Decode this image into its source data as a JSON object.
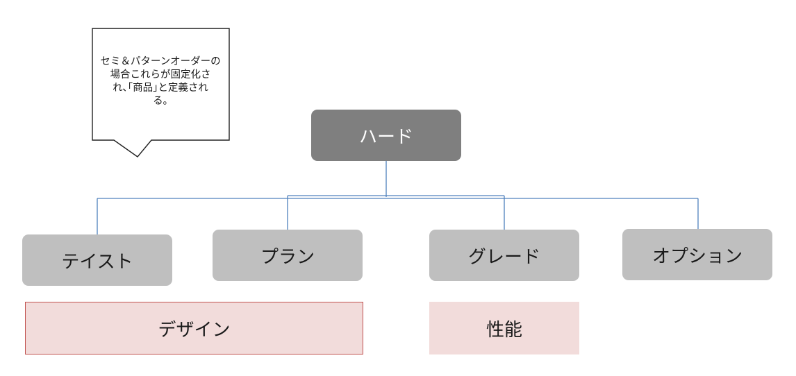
{
  "callout": {
    "lines": [
      "セミ＆パターンオーダーの",
      "場合これらが固定化さ",
      "れ､｢商品｣と定義され",
      "る｡"
    ]
  },
  "root": {
    "label": "ハード"
  },
  "children": [
    {
      "label": "テイスト"
    },
    {
      "label": "プラン"
    },
    {
      "label": "グレード"
    },
    {
      "label": "オプション"
    }
  ],
  "groups": {
    "design": {
      "label": "デザイン"
    },
    "performance": {
      "label": "性能"
    }
  },
  "colors": {
    "root_fill": "#7f7f7f",
    "child_fill": "#bfbfbf",
    "connector": "#4f81bd",
    "group_fill": "#f2dcdb",
    "group_border": "#c0504d"
  }
}
